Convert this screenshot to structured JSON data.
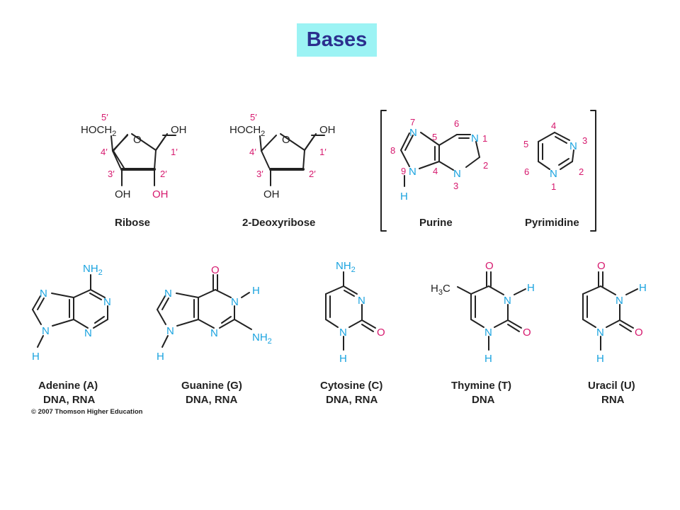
{
  "title": "Bases",
  "sugars": {
    "ribose": {
      "name": "Ribose",
      "hoch2": "HOCH",
      "sub2": "2",
      "ring_o": "O",
      "oh_c1": "OH",
      "oh_c3": "OH",
      "oh_c2": "OH",
      "pos5": "5′",
      "pos4": "4′",
      "pos3": "3′",
      "pos2": "2′",
      "pos1": "1′"
    },
    "deoxyribose": {
      "name": "2-Deoxyribose",
      "hoch2": "HOCH",
      "sub2": "2",
      "ring_o": "O",
      "oh_c1": "OH",
      "oh_c3": "OH",
      "pos5": "5′",
      "pos4": "4′",
      "pos3": "3′",
      "pos2": "2′",
      "pos1": "1′"
    }
  },
  "parents": {
    "purine": {
      "name": "Purine",
      "n": "N",
      "h": "H",
      "num1": "1",
      "num2": "2",
      "num3": "3",
      "num4": "4",
      "num5": "5",
      "num6": "6",
      "num7": "7",
      "num8": "8",
      "num9": "9"
    },
    "pyrimidine": {
      "name": "Pyrimidine",
      "n": "N",
      "num1": "1",
      "num2": "2",
      "num3": "3",
      "num4": "4",
      "num5": "5",
      "num6": "6"
    }
  },
  "bases": [
    {
      "name": "Adenine (A)",
      "type": "DNA, RNA"
    },
    {
      "name": "Guanine (G)",
      "type": "DNA, RNA"
    },
    {
      "name": "Cytosine (C)",
      "type": "DNA, RNA"
    },
    {
      "name": "Thymine (T)",
      "type": "DNA"
    },
    {
      "name": "Uracil (U)",
      "type": "RNA"
    }
  ],
  "atoms": {
    "n": "N",
    "h": "H",
    "o": "O",
    "nh": "NH",
    "sub2": "2",
    "h3c_h": "H",
    "h3c_3": "3",
    "h3c_c": "C"
  },
  "copyright": "© 2007 Thomson Higher Education",
  "colors": {
    "title_bg": "#9cf3f4",
    "title_text": "#2b2f8e",
    "nitrogen": "#1aa3df",
    "oxygen": "#d6196e",
    "numbering": "#d6196e"
  }
}
